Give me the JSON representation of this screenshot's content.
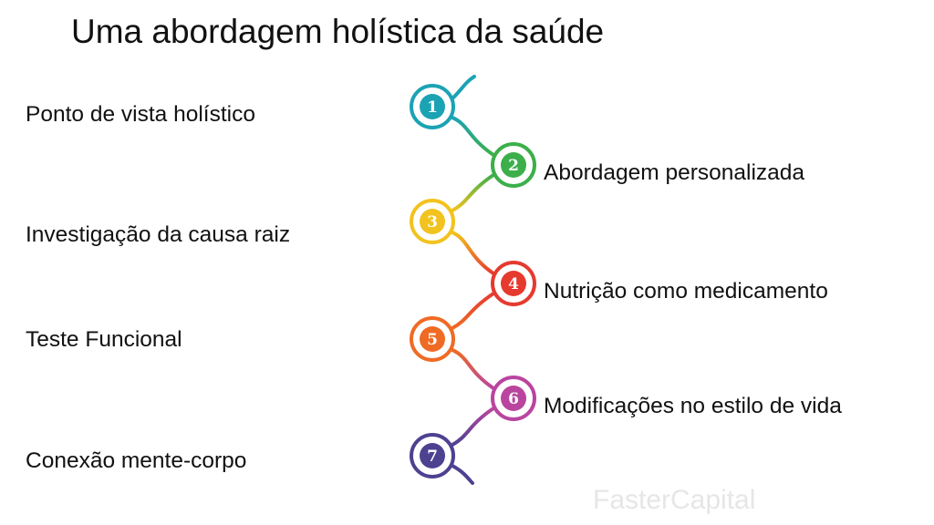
{
  "title": "Uma abordagem holística da saúde",
  "watermark": "FasterCapital",
  "steps": [
    {
      "number": "1",
      "label": "Ponto de vista holístico",
      "side": "left",
      "color": "#1ba3b4"
    },
    {
      "number": "2",
      "label": "Abordagem personalizada",
      "side": "right",
      "color": "#3caf4a"
    },
    {
      "number": "3",
      "label": "Investigação da causa raiz",
      "side": "left",
      "color": "#f2c31f"
    },
    {
      "number": "4",
      "label": "Nutrição como medicamento",
      "side": "right",
      "color": "#e63a2f"
    },
    {
      "number": "5",
      "label": "Teste Funcional",
      "side": "left",
      "color": "#ef6b25"
    },
    {
      "number": "6",
      "label": "Modificações no estilo de vida",
      "side": "right",
      "color": "#b9459f"
    },
    {
      "number": "7",
      "label": "Conexão mente-corpo",
      "side": "left",
      "color": "#4d4191"
    }
  ]
}
